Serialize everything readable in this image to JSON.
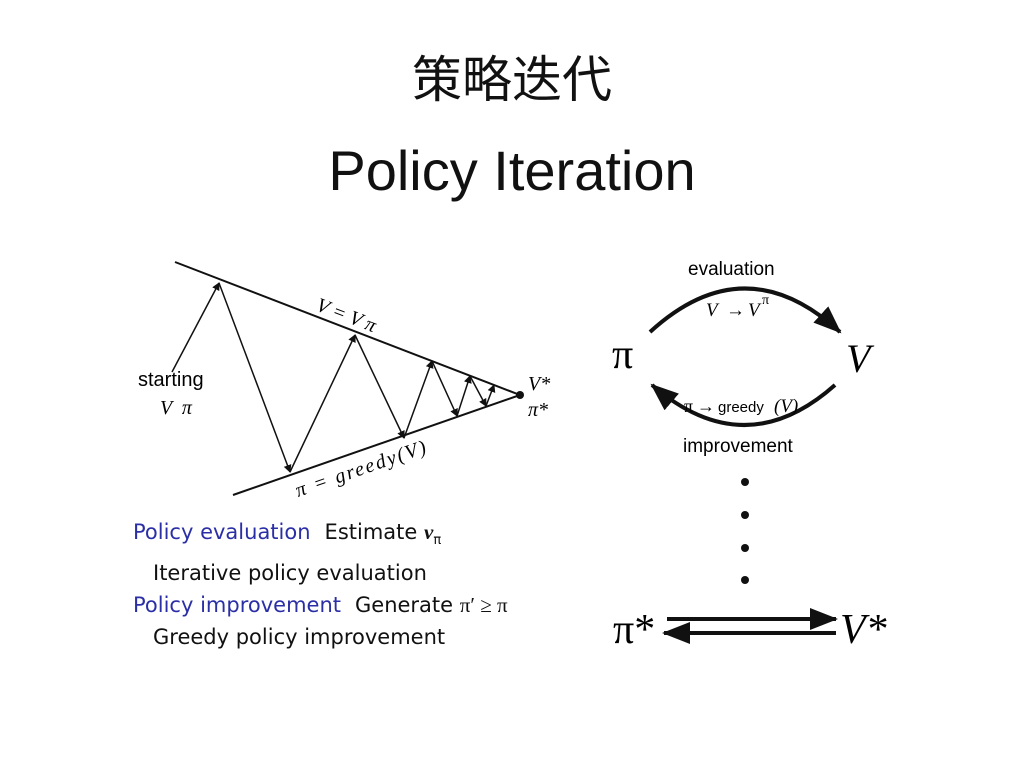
{
  "title": {
    "zh": "策略迭代",
    "en": "Policy Iteration"
  },
  "left_diagram": {
    "start_label": "starting",
    "start_vars": "V  π",
    "top_line_label": "V = V π",
    "bottom_line_label": "π = greedy(V)",
    "end_v": "V*",
    "end_pi": "π*"
  },
  "legend": {
    "eval_title": "Policy evaluation",
    "eval_desc": "Estimate",
    "eval_sym": "v",
    "eval_sub": "π",
    "eval_method": "Iterative policy evaluation",
    "impr_title": "Policy improvement",
    "impr_desc": "Generate",
    "impr_expr": "π′ ≥ π",
    "impr_method": "Greedy policy improvement"
  },
  "right_diagram": {
    "evaluation_label": "evaluation",
    "eval_formula_v": "V",
    "eval_formula_arrow": "→",
    "eval_formula_vpi": "V",
    "eval_formula_sup": "π",
    "pi_node": "π",
    "v_node": "V",
    "greedy_pi": "π",
    "greedy_arrow": "→",
    "greedy_word": "greedy",
    "greedy_v": "(V)",
    "improvement_label": "improvement",
    "pi_star": "π*",
    "v_star": "V*"
  },
  "colors": {
    "blue_heading": "#2b2fa6",
    "ink": "#111111"
  }
}
